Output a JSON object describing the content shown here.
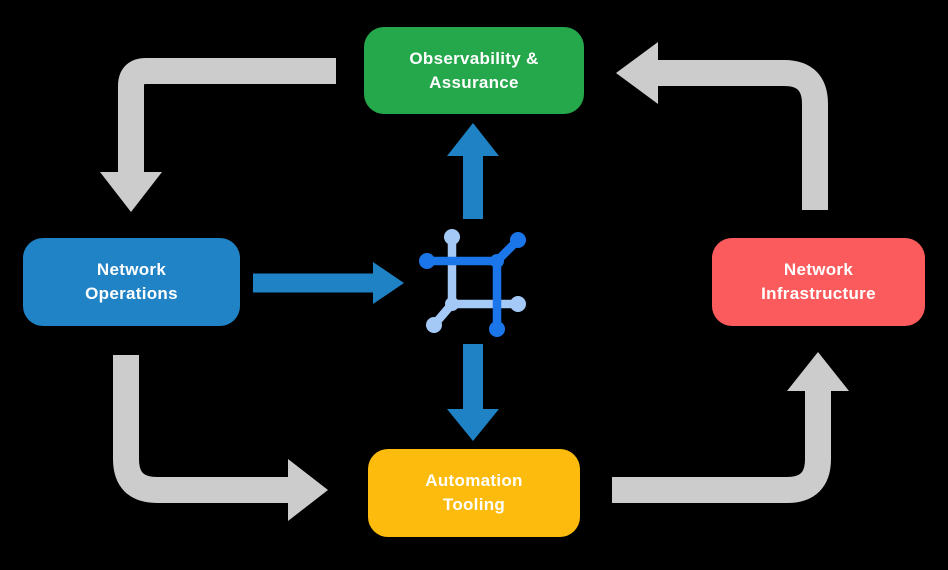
{
  "diagram": {
    "title": "Network lifecycle diagram",
    "background_color": "#000000",
    "text_color": "#FFFFFF"
  },
  "nodes": [
    {
      "id": "observability-assurance",
      "line1": "Observability &",
      "line2": "Assurance",
      "color": "#25A74C"
    },
    {
      "id": "network-operations",
      "line1": "Network",
      "line2": "Operations",
      "color": "#2083C6"
    },
    {
      "id": "network-infrastructure",
      "line1": "Network",
      "line2": "Infrastructure",
      "color": "#FC5B5D"
    },
    {
      "id": "automation-tooling",
      "line1": "Automation",
      "line2": "Tooling",
      "color": "#FCBB0D"
    }
  ],
  "arrows": {
    "outer_cycle_color": "#CCCCCC",
    "inner_arrow_color": "#1F82C5",
    "outer_cycle": [
      {
        "from": "observability-assurance",
        "to": "network-operations"
      },
      {
        "from": "network-operations",
        "to": "automation-tooling"
      },
      {
        "from": "automation-tooling",
        "to": "network-infrastructure"
      },
      {
        "from": "network-infrastructure",
        "to": "observability-assurance"
      }
    ],
    "inner": [
      {
        "from": "network-operations",
        "to": "center-icon"
      },
      {
        "from": "center-icon",
        "to": "observability-assurance"
      },
      {
        "from": "center-icon",
        "to": "automation-tooling"
      }
    ]
  },
  "center_icon": {
    "name": "network-mesh-icon",
    "primary_color": "#1B76E9",
    "secondary_color": "#A5C9F7"
  }
}
